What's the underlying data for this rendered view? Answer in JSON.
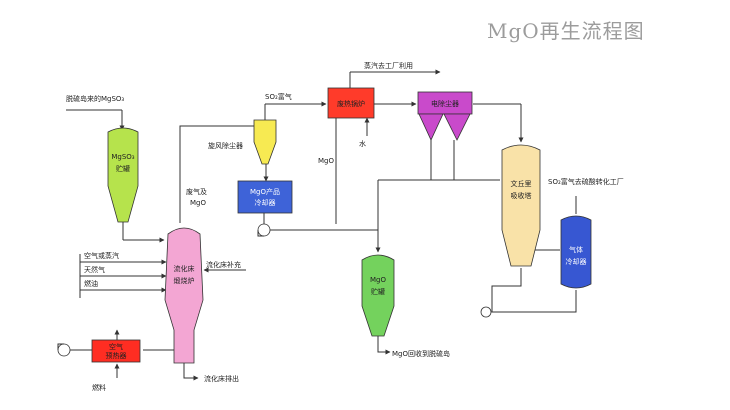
{
  "title": "MgO再生流程图",
  "colors": {
    "mgso4_tank": "#b6e34c",
    "fluid_bed": "#f3a6d3",
    "cyclone": "#f7ea52",
    "mgo_cooler": "#3e63d8",
    "waste_boiler": "#ff3b2a",
    "esp": "#c94acb",
    "venturi": "#f9e2a8",
    "gas_cooler": "#3757d2",
    "mgo_silo": "#74d25d",
    "air_preheater": "#ff2d22"
  },
  "labels": {
    "feed_mgso3": "脱硫岛来的MgSO₃",
    "mgso3_tank_l1": "MgSO₃",
    "mgso3_tank_l2": "贮罐",
    "air_or_steam": "空气或蒸汽",
    "natural_gas": "天然气",
    "fuel_oil": "燃油",
    "fluid_bed_l1": "流化床",
    "fluid_bed_l2": "煅烧炉",
    "bed_makeup": "流化床补充",
    "bed_discharge": "流化床排出",
    "air_preheater_l1": "空气",
    "air_preheater_l2": "预热器",
    "fuel": "燃料",
    "gas_and_mgo_l1": "废气及",
    "gas_and_mgo_l2": "MgO",
    "cyclone": "旋风除尘器",
    "so2_rich_gas": "SO₂富气",
    "mgo_product_l1": "MgO产品",
    "mgo_product_l2": "冷却器",
    "waste_boiler": "废热锅炉",
    "steam_out": "蒸汽去工厂利用",
    "water": "水",
    "esp": "电除尘器",
    "mgo": "MgO",
    "venturi_l1": "文丘里",
    "venturi_l2": "吸收塔",
    "so2_to_acid": "SO₂富气去硫酸转化工厂",
    "gas_cooler_l1": "气体",
    "gas_cooler_l2": "冷却器",
    "mgo_silo_l1": "MgO",
    "mgo_silo_l2": "贮罐",
    "mgo_recycle": "MgO回收到脱硫岛"
  },
  "icons": [
    "fan-icon-bottom-left",
    "fan-icon-middle",
    "fan-icon-right"
  ]
}
